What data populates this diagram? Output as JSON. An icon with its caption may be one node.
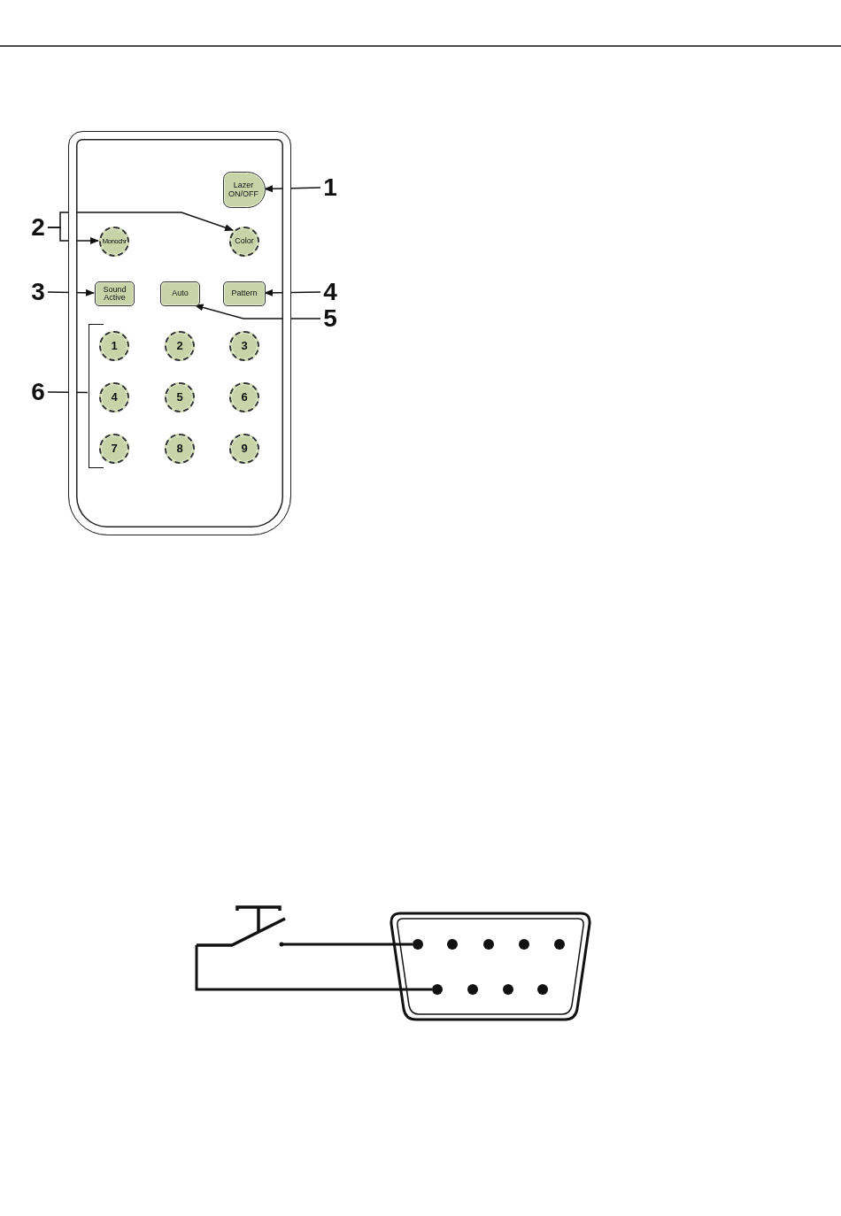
{
  "diagram": {
    "nodes": [
      {
        "text": [],
        "shape": "box"
      },
      {
        "text": [
          "Lazer ON/OFF"
        ],
        "in": 0
      },
      {
        "text": [
          "Monochr"
        ],
        "in": 0
      },
      {
        "text": [
          "Color"
        ],
        "in": 0
      },
      {
        "text": [
          "Sound Active"
        ],
        "in": 0
      },
      {
        "text": [
          "Auto"
        ],
        "in": 0
      },
      {
        "text": [
          "Pattern"
        ],
        "in": 0
      },
      {
        "text": [
          "1"
        ],
        "in": 0
      },
      {
        "text": [
          "2"
        ],
        "in": 0
      },
      {
        "text": [
          "3"
        ],
        "in": 0
      },
      {
        "text": [
          "4"
        ],
        "in": 0
      },
      {
        "text": [
          "5"
        ],
        "in": 0
      },
      {
        "text": [
          "6"
        ],
        "in": 0
      },
      {
        "text": [
          "7"
        ],
        "in": 0
      },
      {
        "text": [
          "8"
        ],
        "in": 0
      },
      {
        "text": [
          "9"
        ],
        "in": 0
      },
      {
        "text": [
          "1"
        ]
      },
      {
        "text": [
          "2"
        ]
      },
      {
        "text": [
          "3"
        ]
      },
      {
        "text": [
          "4"
        ]
      },
      {
        "text": [
          "5"
        ]
      },
      {
        "text": [
          "6"
        ]
      },
      {
        "text": [],
        "shape": "switch"
      },
      {
        "text": [],
        "shape": "connector"
      },
      {
        "text": [],
        "shape": "circle",
        "in": 23
      },
      {
        "text": [],
        "shape": "circle",
        "in": 23
      },
      {
        "text": [],
        "shape": "bracket",
        "in": 0
      }
    ],
    "edges": [
      {
        "from": 16,
        "to": 1,
        "arrow": "to"
      },
      {
        "from": 17,
        "to": 2,
        "arrow": "to"
      },
      {
        "from": 17,
        "to": 3,
        "arrow": "to"
      },
      {
        "from": 18,
        "to": 4,
        "arrow": "to"
      },
      {
        "from": 19,
        "to": 6,
        "arrow": "to"
      },
      {
        "from": 20,
        "to": 5,
        "arrow": "to"
      },
      {
        "from": 21,
        "to": 26,
        "arrow": "none"
      },
      {
        "from": 22,
        "to": 24,
        "arrow": "none"
      },
      {
        "from": 22,
        "to": 25,
        "arrow": "none"
      }
    ]
  }
}
